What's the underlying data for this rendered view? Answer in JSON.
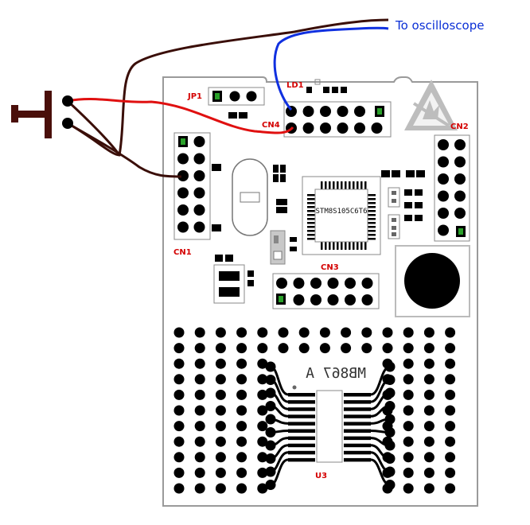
{
  "annotation": {
    "text": "To oscilloscope",
    "color": "#0a2fd6"
  },
  "board": {
    "marking": "MB867 A"
  },
  "components": {
    "mcu": {
      "label": "STM8S105C6T6"
    },
    "u3": {
      "label": "U3"
    }
  },
  "connectors": {
    "jp1": {
      "label": "JP1"
    },
    "ld1": {
      "label": "LD1"
    },
    "cn1": {
      "label": "CN1"
    },
    "cn2": {
      "label": "CN2"
    },
    "cn3": {
      "label": "CN3"
    },
    "cn4": {
      "label": "CN4"
    }
  },
  "colors": {
    "label_red": "#d40000",
    "wire_red": "#e01010",
    "wire_blue": "#1030e0",
    "wire_brown": "#3a0e08",
    "pad": "#000000"
  },
  "icons": [
    "push-button-icon",
    "esd-warning-icon",
    "buzzer-icon"
  ]
}
